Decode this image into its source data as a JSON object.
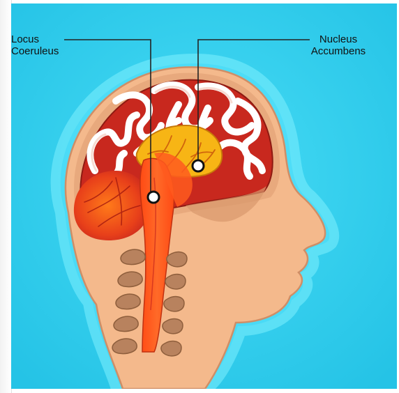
{
  "diagram": {
    "labels": {
      "locus_coeruleus": [
        "Locus",
        "Coeruleus"
      ],
      "nucleus_accumbens": [
        "Nucleus",
        "Accumbens"
      ]
    },
    "colors": {
      "background": "#3cd4f0",
      "skin": "#f4b98c",
      "brain": "#c8281e",
      "gyri": "#ffffff",
      "brainstem": "#ff5a1e",
      "accumbens": "#f7b515",
      "vertebra": "#b8825e"
    }
  }
}
